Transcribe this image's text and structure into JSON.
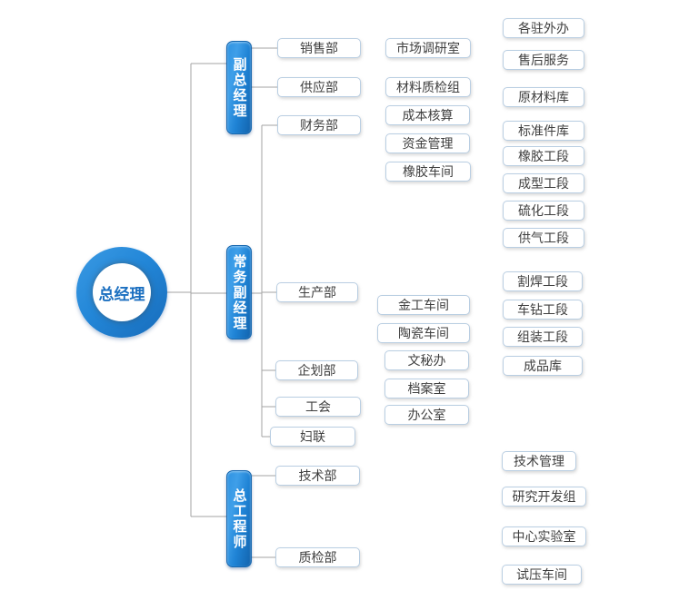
{
  "colors": {
    "bar_blue": "#2287d9",
    "bar_blue_dark": "#1263ad",
    "box_border": "#b9cee2",
    "box_text": "#3f3f3f",
    "line_gray": "#a3a3a3",
    "circle_text_blue": "#1b6fc0"
  },
  "org": {
    "nodes": [
      {
        "id": "zjl",
        "name": "general-manager",
        "kind": "circle",
        "parent": null,
        "label": "总经理"
      },
      {
        "id": "fzjl",
        "name": "deputy-general-manager",
        "kind": "bar",
        "parent": "zjl",
        "label": "副总经理"
      },
      {
        "id": "cwfjl",
        "name": "executive-deputy-manager",
        "kind": "bar",
        "parent": "zjl",
        "label": "常务副经理"
      },
      {
        "id": "zgcs",
        "name": "chief-engineer",
        "kind": "bar",
        "parent": "zjl",
        "label": "总工程师"
      },
      {
        "id": "xsb",
        "name": "sales-dept",
        "kind": "box",
        "parent": "fzjl",
        "label": "销售部"
      },
      {
        "id": "gyb",
        "name": "supply-dept",
        "kind": "box",
        "parent": "fzjl",
        "label": "供应部"
      },
      {
        "id": "cwb",
        "name": "finance-dept",
        "kind": "box",
        "parent": "cwfjl",
        "label": "财务部"
      },
      {
        "id": "scb",
        "name": "production-dept",
        "kind": "box",
        "parent": "cwfjl",
        "label": "生产部"
      },
      {
        "id": "qhb",
        "name": "planning-dept",
        "kind": "box",
        "parent": "cwfjl",
        "label": "企划部"
      },
      {
        "id": "gh",
        "name": "labor-union",
        "kind": "box",
        "parent": "cwfjl",
        "label": "工会"
      },
      {
        "id": "fl",
        "name": "womens-federation",
        "kind": "box",
        "parent": "cwfjl",
        "label": "妇联"
      },
      {
        "id": "jsb",
        "name": "technology-dept",
        "kind": "box",
        "parent": "zgcs",
        "label": "技术部"
      },
      {
        "id": "zjb",
        "name": "quality-inspection-dept",
        "kind": "box",
        "parent": "zgcs",
        "label": "质检部"
      },
      {
        "id": "scdys",
        "name": "market-research-office",
        "kind": "box",
        "parent": "xsb",
        "label": "市场调研室"
      },
      {
        "id": "clzjz",
        "name": "material-qc-group",
        "kind": "box",
        "parent": "gyb",
        "label": "材料质检组"
      },
      {
        "id": "cbhs",
        "name": "cost-accounting",
        "kind": "box",
        "parent": "cwb",
        "label": "成本核算"
      },
      {
        "id": "zjgl",
        "name": "fund-management",
        "kind": "box",
        "parent": "cwb",
        "label": "资金管理"
      },
      {
        "id": "xjcj",
        "name": "rubber-workshop",
        "kind": "box",
        "parent": "scb",
        "label": "橡胶车间"
      },
      {
        "id": "jgcj",
        "name": "metalwork-workshop",
        "kind": "box",
        "parent": "scb",
        "label": "金工车间"
      },
      {
        "id": "tccj",
        "name": "ceramics-workshop",
        "kind": "box",
        "parent": "scb",
        "label": "陶瓷车间"
      },
      {
        "id": "wmb",
        "name": "secretary-office",
        "kind": "box",
        "parent": "qhb",
        "label": "文秘办"
      },
      {
        "id": "das",
        "name": "archives-room",
        "kind": "box",
        "parent": "qhb",
        "label": "档案室"
      },
      {
        "id": "bgs",
        "name": "general-office",
        "kind": "box",
        "parent": "qhb",
        "label": "办公室"
      },
      {
        "id": "gzwb",
        "name": "overseas-offices",
        "kind": "box",
        "parent": "scdys",
        "label": "各驻外办"
      },
      {
        "id": "shfw",
        "name": "after-sales-service",
        "kind": "box",
        "parent": "scdys",
        "label": "售后服务"
      },
      {
        "id": "yclk",
        "name": "raw-material-warehouse",
        "kind": "box",
        "parent": "cbhs",
        "label": "原材料库"
      },
      {
        "id": "bzjk",
        "name": "standard-parts-warehouse",
        "kind": "box",
        "parent": "cbhs",
        "label": "标准件库"
      },
      {
        "id": "xjgd",
        "name": "rubber-section",
        "kind": "box",
        "parent": "xjcj",
        "label": "橡胶工段"
      },
      {
        "id": "cxgd",
        "name": "molding-section",
        "kind": "box",
        "parent": "xjcj",
        "label": "成型工段"
      },
      {
        "id": "lhgd",
        "name": "vulcanization-section",
        "kind": "box",
        "parent": "xjcj",
        "label": "硫化工段"
      },
      {
        "id": "qggd",
        "name": "gas-supply-section",
        "kind": "box",
        "parent": "xjcj",
        "label": "供气工段"
      },
      {
        "id": "ghgd",
        "name": "cut-weld-section",
        "kind": "box",
        "parent": "jgcj",
        "label": "割焊工段"
      },
      {
        "id": "czgd",
        "name": "lathe-drill-section",
        "kind": "box",
        "parent": "jgcj",
        "label": "车钻工段"
      },
      {
        "id": "zzgd",
        "name": "assembly-section",
        "kind": "box",
        "parent": "jgcj",
        "label": "组装工段"
      },
      {
        "id": "cpk",
        "name": "finished-goods-warehouse",
        "kind": "box",
        "parent": "jgcj",
        "label": "成品库"
      },
      {
        "id": "jsgl",
        "name": "technical-management",
        "kind": "box",
        "parent": "jsb",
        "label": "技术管理"
      },
      {
        "id": "yjkfz",
        "name": "research-development-group",
        "kind": "box",
        "parent": "jsb",
        "label": "研究开发组"
      },
      {
        "id": "zxsys",
        "name": "central-laboratory",
        "kind": "box",
        "parent": "zjb",
        "label": "中心实验室"
      },
      {
        "id": "sycj",
        "name": "pressure-test-workshop",
        "kind": "box",
        "parent": "zjb",
        "label": "试压车间"
      }
    ]
  }
}
